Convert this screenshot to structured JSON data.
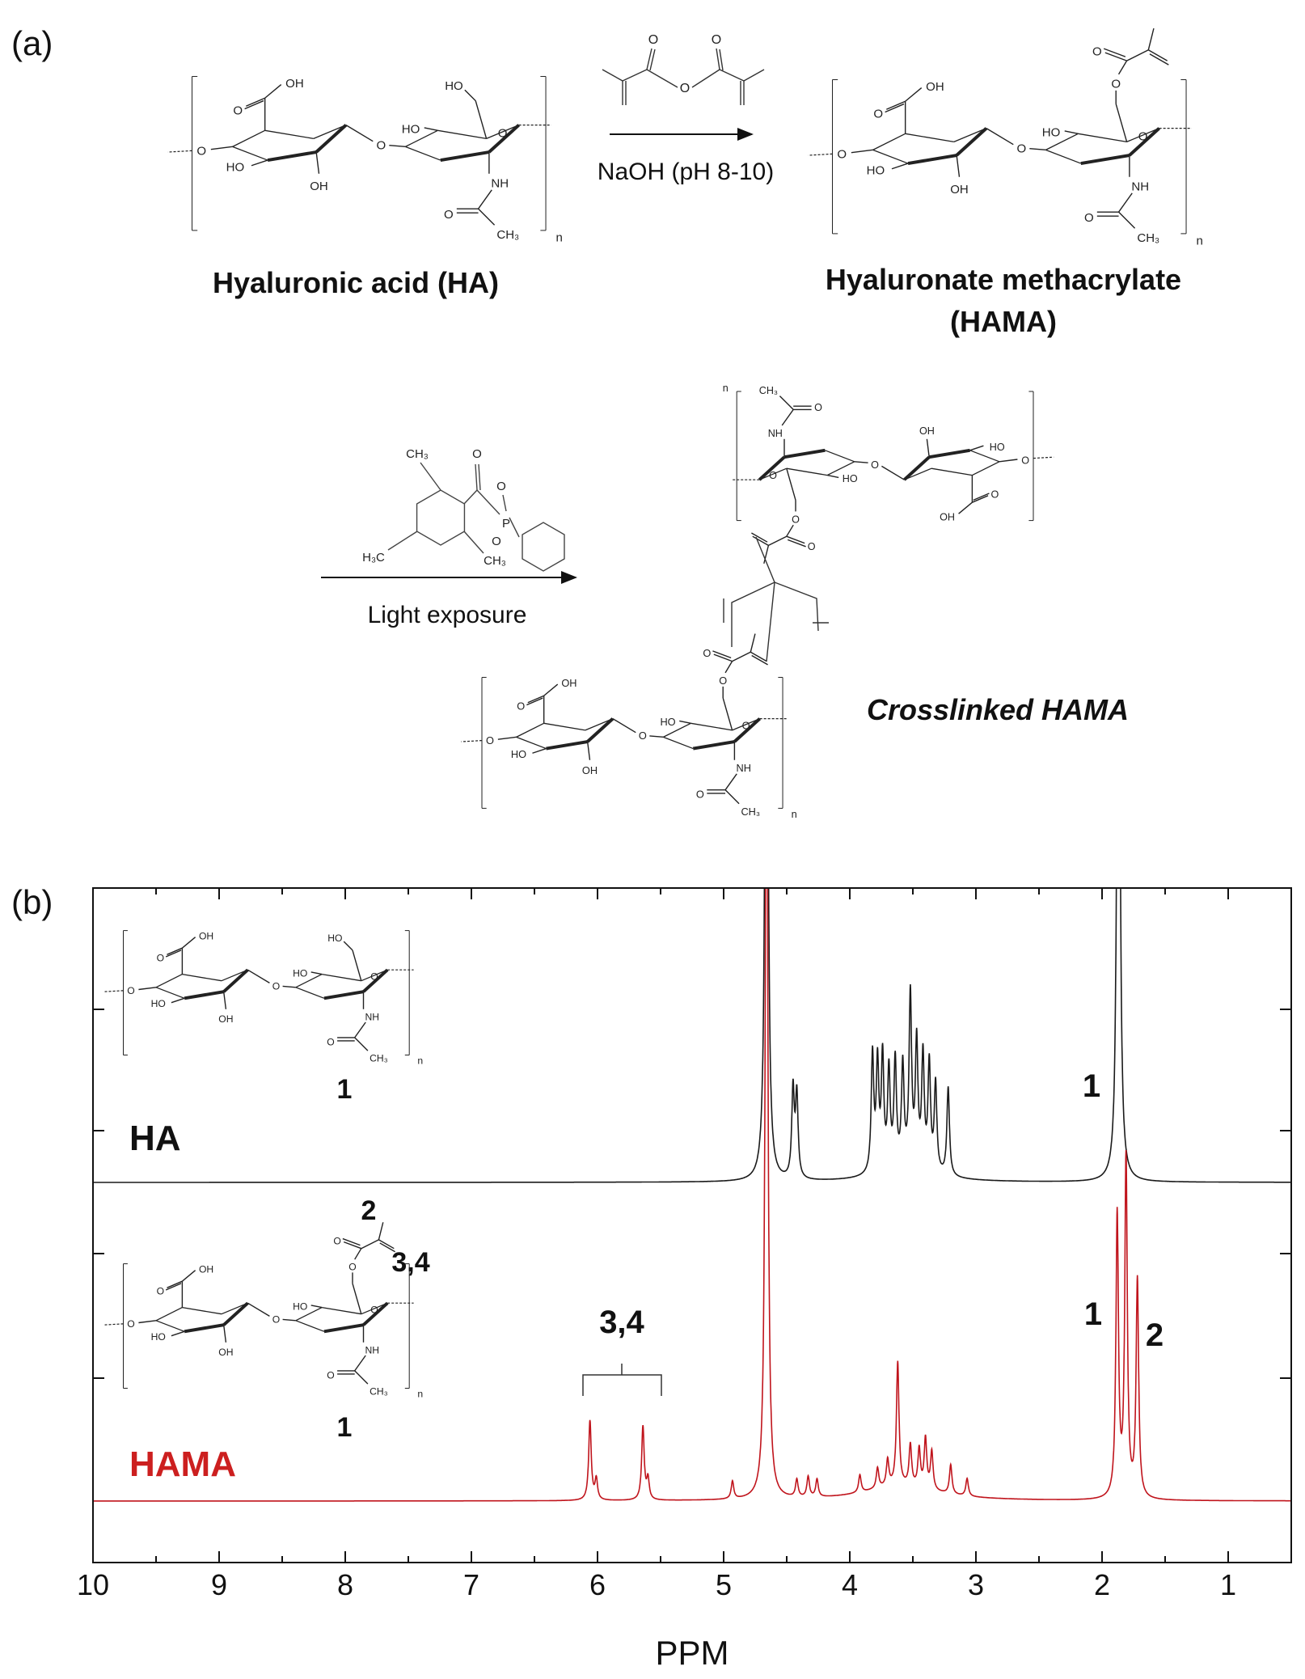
{
  "panel_a": {
    "label": "(a)",
    "conditions": "NaOH (pH 8-10)",
    "ha_name": "Hyaluronic acid (HA)",
    "hama_name_line1": "Hyaluronate methacrylate",
    "hama_name_line2": "(HAMA)",
    "light": "Light exposure",
    "crosslinked": "Crosslinked HAMA"
  },
  "panel_b": {
    "label": "(b)",
    "ha_label": "HA",
    "hama_label": "HAMA",
    "inset_ha_peak": "1",
    "inset_hama_peak_2": "2",
    "inset_hama_peak_34": "3,4",
    "inset_hama_peak_1": "1",
    "ha_peak_1": "1",
    "hama_peak_34": "3,4",
    "hama_peak_1": "1",
    "hama_peak_2": "2"
  },
  "atoms": {
    "oh": "OH",
    "ho": "HO",
    "o": "O",
    "nh": "NH",
    "ch3": "CH₃",
    "h3c": "H₃C",
    "p": "P",
    "n": "n"
  },
  "colors": {
    "ha": "#1a1a1a",
    "hama": "#c0141c",
    "hama_label": "#cc1f1f"
  },
  "chart_data": {
    "type": "line",
    "title": "",
    "xlabel": "PPM",
    "ylabel": "",
    "xlim": [
      10,
      0.5
    ],
    "x_ticks": [
      "10",
      "9",
      "8",
      "7",
      "6",
      "5",
      "4",
      "3",
      "2",
      "1"
    ],
    "series": [
      {
        "name": "HA",
        "color": "#1a1a1a",
        "peaks": [
          {
            "ppm": 4.66,
            "intensity": 3.0
          },
          {
            "ppm": 4.45,
            "intensity": 0.3
          },
          {
            "ppm": 4.42,
            "intensity": 0.28
          },
          {
            "ppm": 3.82,
            "intensity": 0.4
          },
          {
            "ppm": 3.78,
            "intensity": 0.36
          },
          {
            "ppm": 3.74,
            "intensity": 0.38
          },
          {
            "ppm": 3.69,
            "intensity": 0.33
          },
          {
            "ppm": 3.64,
            "intensity": 0.36
          },
          {
            "ppm": 3.58,
            "intensity": 0.34
          },
          {
            "ppm": 3.52,
            "intensity": 0.58
          },
          {
            "ppm": 3.47,
            "intensity": 0.42
          },
          {
            "ppm": 3.42,
            "intensity": 0.38
          },
          {
            "ppm": 3.37,
            "intensity": 0.36
          },
          {
            "ppm": 3.32,
            "intensity": 0.3
          },
          {
            "ppm": 3.22,
            "intensity": 0.3
          },
          {
            "ppm": 1.87,
            "intensity": 3.0
          }
        ]
      },
      {
        "name": "HAMA",
        "color": "#c0141c",
        "peaks": [
          {
            "ppm": 6.06,
            "intensity": 0.27
          },
          {
            "ppm": 6.01,
            "intensity": 0.07
          },
          {
            "ppm": 5.64,
            "intensity": 0.25
          },
          {
            "ppm": 5.6,
            "intensity": 0.07
          },
          {
            "ppm": 4.93,
            "intensity": 0.06
          },
          {
            "ppm": 4.66,
            "intensity": 3.0
          },
          {
            "ppm": 4.42,
            "intensity": 0.06
          },
          {
            "ppm": 4.33,
            "intensity": 0.07
          },
          {
            "ppm": 4.26,
            "intensity": 0.06
          },
          {
            "ppm": 3.92,
            "intensity": 0.06
          },
          {
            "ppm": 3.78,
            "intensity": 0.07
          },
          {
            "ppm": 3.7,
            "intensity": 0.09
          },
          {
            "ppm": 3.62,
            "intensity": 0.42
          },
          {
            "ppm": 3.52,
            "intensity": 0.14
          },
          {
            "ppm": 3.45,
            "intensity": 0.13
          },
          {
            "ppm": 3.4,
            "intensity": 0.17
          },
          {
            "ppm": 3.35,
            "intensity": 0.13
          },
          {
            "ppm": 3.2,
            "intensity": 0.1
          },
          {
            "ppm": 3.07,
            "intensity": 0.06
          },
          {
            "ppm": 1.88,
            "intensity": 0.96
          },
          {
            "ppm": 1.81,
            "intensity": 1.15
          },
          {
            "ppm": 1.72,
            "intensity": 0.74
          }
        ]
      }
    ]
  }
}
